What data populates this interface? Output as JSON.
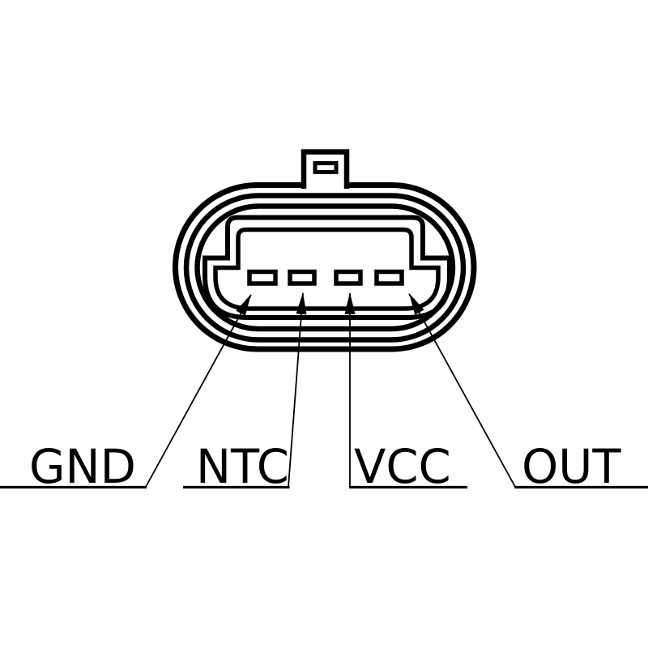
{
  "diagram": {
    "kind": "connector-pinout",
    "colors": {
      "line": "#000000",
      "background": "#ffffff"
    },
    "pins": [
      {
        "label": "GND"
      },
      {
        "label": "NTC"
      },
      {
        "label": "VCC"
      },
      {
        "label": "OUT"
      }
    ]
  }
}
